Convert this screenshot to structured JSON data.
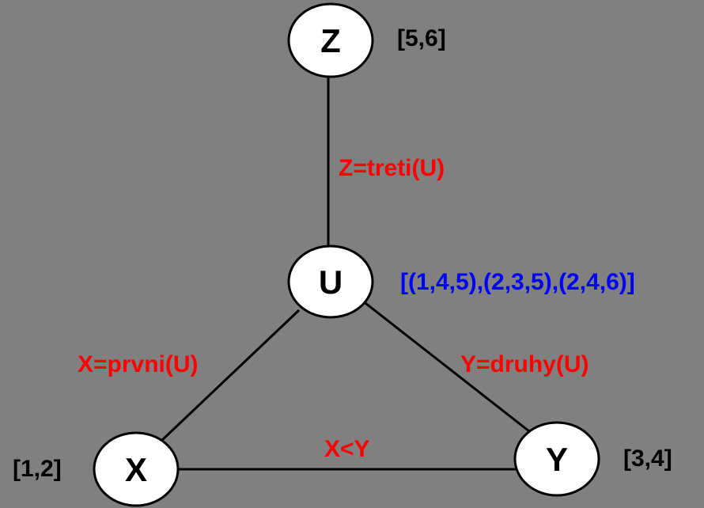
{
  "colors": {
    "background": "#808080",
    "node_fill": "#ffffff",
    "line": "#000000",
    "constraint_text": "#ff0000",
    "domain_text": "#000000",
    "domain_u_text": "#0000ff"
  },
  "nodes": {
    "z": {
      "label": "Z",
      "domain": "[5,6]"
    },
    "u": {
      "label": "U",
      "domain": "[(1,4,5),(2,3,5),(2,4,6)]"
    },
    "x": {
      "label": "X",
      "domain": "[1,2]"
    },
    "y": {
      "label": "Y",
      "domain": "[3,4]"
    }
  },
  "edges": {
    "z_u": {
      "label": "Z=treti(U)"
    },
    "u_x": {
      "label": "X=prvni(U)"
    },
    "u_y": {
      "label": "Y=druhy(U)"
    },
    "x_y": {
      "label": "X<Y"
    }
  }
}
